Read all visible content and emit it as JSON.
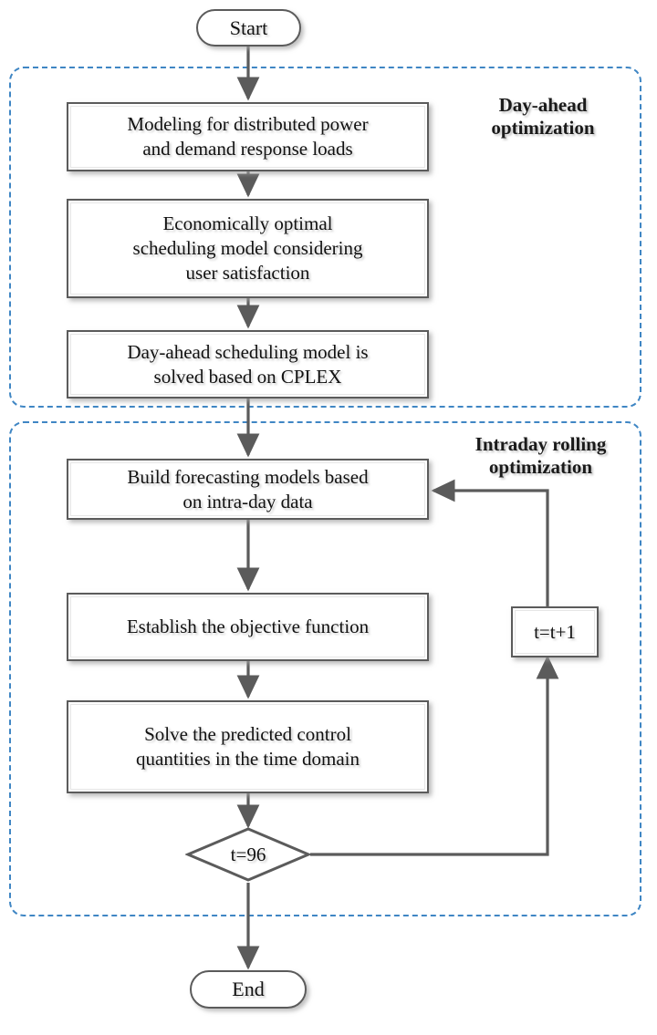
{
  "diagram": {
    "title": "Two-stage day-ahead and intraday rolling optimization flowchart",
    "colors": {
      "group_border": "#3f86c4",
      "node_border": "#5b5b5b",
      "connector": "#5b5b5b",
      "text": "#111111",
      "background": "#ffffff"
    }
  },
  "terminators": {
    "start": "Start",
    "end": "End"
  },
  "groups": [
    {
      "id": "day-ahead",
      "label": "Day-ahead\noptimization"
    },
    {
      "id": "intraday",
      "label": "Intraday rolling\noptimization"
    }
  ],
  "nodes": [
    {
      "id": "modeling",
      "label": "Modeling for distributed power\nand demand response loads"
    },
    {
      "id": "economic-model",
      "label": "Economically optimal\nscheduling model considering\nuser satisfaction"
    },
    {
      "id": "cplex-solve",
      "label": "Day-ahead scheduling model is\nsolved based on CPLEX"
    },
    {
      "id": "forecasting",
      "label": "Build forecasting models based\non intra-day data"
    },
    {
      "id": "objective",
      "label": "Establish the objective function"
    },
    {
      "id": "predicted-control",
      "label": "Solve the predicted control\nquantities in the time domain"
    },
    {
      "id": "increment",
      "label": "t=t+1"
    }
  ],
  "decision": {
    "id": "time-check",
    "label": "t=96"
  }
}
